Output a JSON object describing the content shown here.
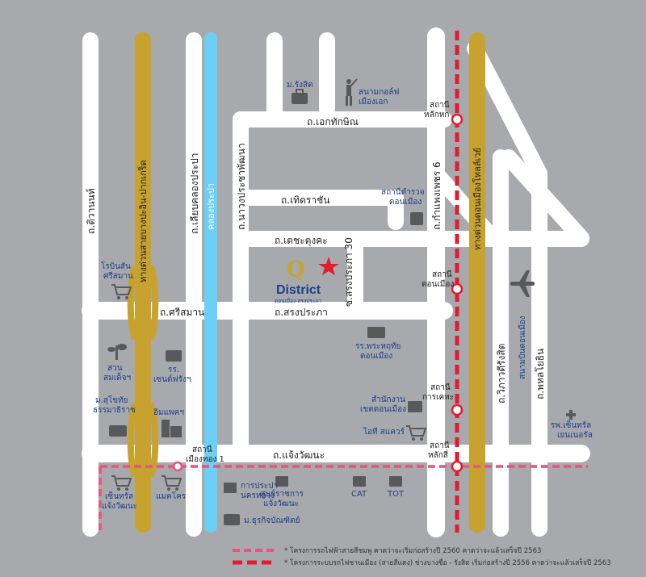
{
  "roads": {
    "vibhavadi": "ถ.ติวานนท์",
    "expressway_west": "ทางด่วนสายบางปะอิน-ปากเกร็ด",
    "liab_khlong_prapa": "ถ.เลียบคลองประปา",
    "canal": "คลองประปา",
    "nawong": "ถ.นาวงประชาพัฒนา",
    "ekthakhin": "ถ.เอกทักษิณ",
    "thoet_racha": "ถ.เทิดราชัน",
    "techatungkha": "ถ.เตชะตุงคะ",
    "srisaman": "ถ.ศรีสมาน",
    "song_prapa": "ถ.สรงประภา",
    "soi_song_prapa_30": "ซ.สรงประภา 30",
    "kamphaeng_phet_6": "ถ.กำแพงเพชร 6",
    "tollway": "ทางด่วนดอนเมืองโทลล์เวย์",
    "vibhavadi_rangsit": "ถ.วิภาวดีรังสิต",
    "phahonyothin": "ถ.พหลโยธิน",
    "chaeng_watthana": "ถ.แจ้งวัฒนะ"
  },
  "project": {
    "logo_letter": "Q",
    "name": "District",
    "tagline": "ดอนเมือง-สรงประภา"
  },
  "stations": {
    "lak_hok": [
      "สถานี",
      "หลักหก"
    ],
    "don_mueang": [
      "สถานี",
      "ดอนเมือง"
    ],
    "kan_kheha": [
      "สถานี",
      "การเคหะ"
    ],
    "lak_si": [
      "สถานี",
      "หลักสี่"
    ],
    "mueang_thong": [
      "สถานี",
      "เมืองทอง 1"
    ]
  },
  "pois": {
    "rangsit_univ": [
      "ม.รังสิต"
    ],
    "golf": [
      "สนามกอล์ฟ",
      "เมืองเอก"
    ],
    "police": [
      "สถานีตำรวจ",
      "ดอนเมือง"
    ],
    "robinson": [
      "โรบินสัน",
      "ศรีสมาน"
    ],
    "airport": [
      "สนามบินดอนเมือง"
    ],
    "park": [
      "สวน",
      "สมเด็จฯ"
    ],
    "st_francis": [
      "รร.",
      "เซนต์ฟรังฯ"
    ],
    "praharuthai": [
      "รร.พระหฤทัย",
      "ดอนเมือง"
    ],
    "district_office": [
      "สำนักงาน",
      "เขตดอนเมือง"
    ],
    "it_square": [
      "ไอที สแควร์"
    ],
    "sukhothai": [
      "ม.สุโขทัย",
      "ธรรมาธิราช"
    ],
    "impact": [
      "อิมแพคฯ"
    ],
    "central_hospital": [
      "รพ.เซ็นทรัล",
      "เยนเนอรัล"
    ],
    "central_chaeng": [
      "เซ็นทรัล",
      "แจ้งวัฒนะ"
    ],
    "makro": [
      "แมคโคร"
    ],
    "water_authority": [
      "การประปา",
      "นครหลวง"
    ],
    "gov_center": [
      "ศูนย์ราชการ",
      "แจ้งวัฒนะ"
    ],
    "cat": [
      "CAT"
    ],
    "tot": [
      "TOT"
    ],
    "dhurakij": [
      "ม.ธุรกิจบัณฑิตย์"
    ]
  },
  "legend": {
    "pink_line": "* โครงการรถไฟฟ้าสายสีชมพู คาดว่าจะเริ่มก่อสร้างปี 2560 คาดว่าจะแล้วเสร็จปี 2563",
    "red_line": "* โครงการระบบรถไฟชานเมือง (สายสีแดง) ช่วงบางซื่อ - รังสิต เริ่มก่อสร้างปี 2556 คาดว่าจะแล้วเสร็จปี 2563"
  },
  "colors": {
    "background": "#a7a9ac",
    "road": "#ffffff",
    "expressway": "#c7a22e",
    "canal": "#6ccff6",
    "red_line": "#e31b2f",
    "pink_line": "#e9527e",
    "label_blue": "#1c3f8a",
    "star": "#e31b2f"
  }
}
